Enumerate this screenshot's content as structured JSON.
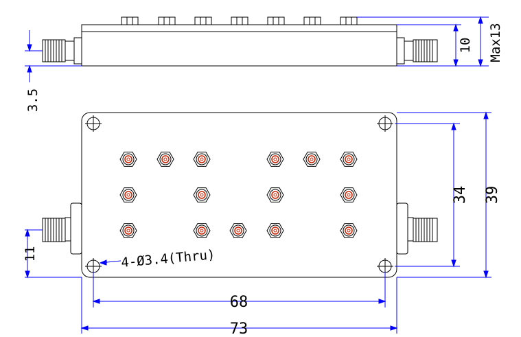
{
  "dimensions": {
    "max_height": "Max13",
    "body_height": "10",
    "connector_offset": "3.5",
    "hole_spacing_vertical": "34",
    "overall_height": "39",
    "connector_bottom_offset": "11",
    "hole_spacing_horizontal": "68",
    "overall_width": "73"
  },
  "annotations": {
    "holes": "4-Ø3.4(Thru)"
  },
  "colors": {
    "line": "#000000",
    "dimension": "#0000ff",
    "tuning_screw": "#cc2200"
  }
}
